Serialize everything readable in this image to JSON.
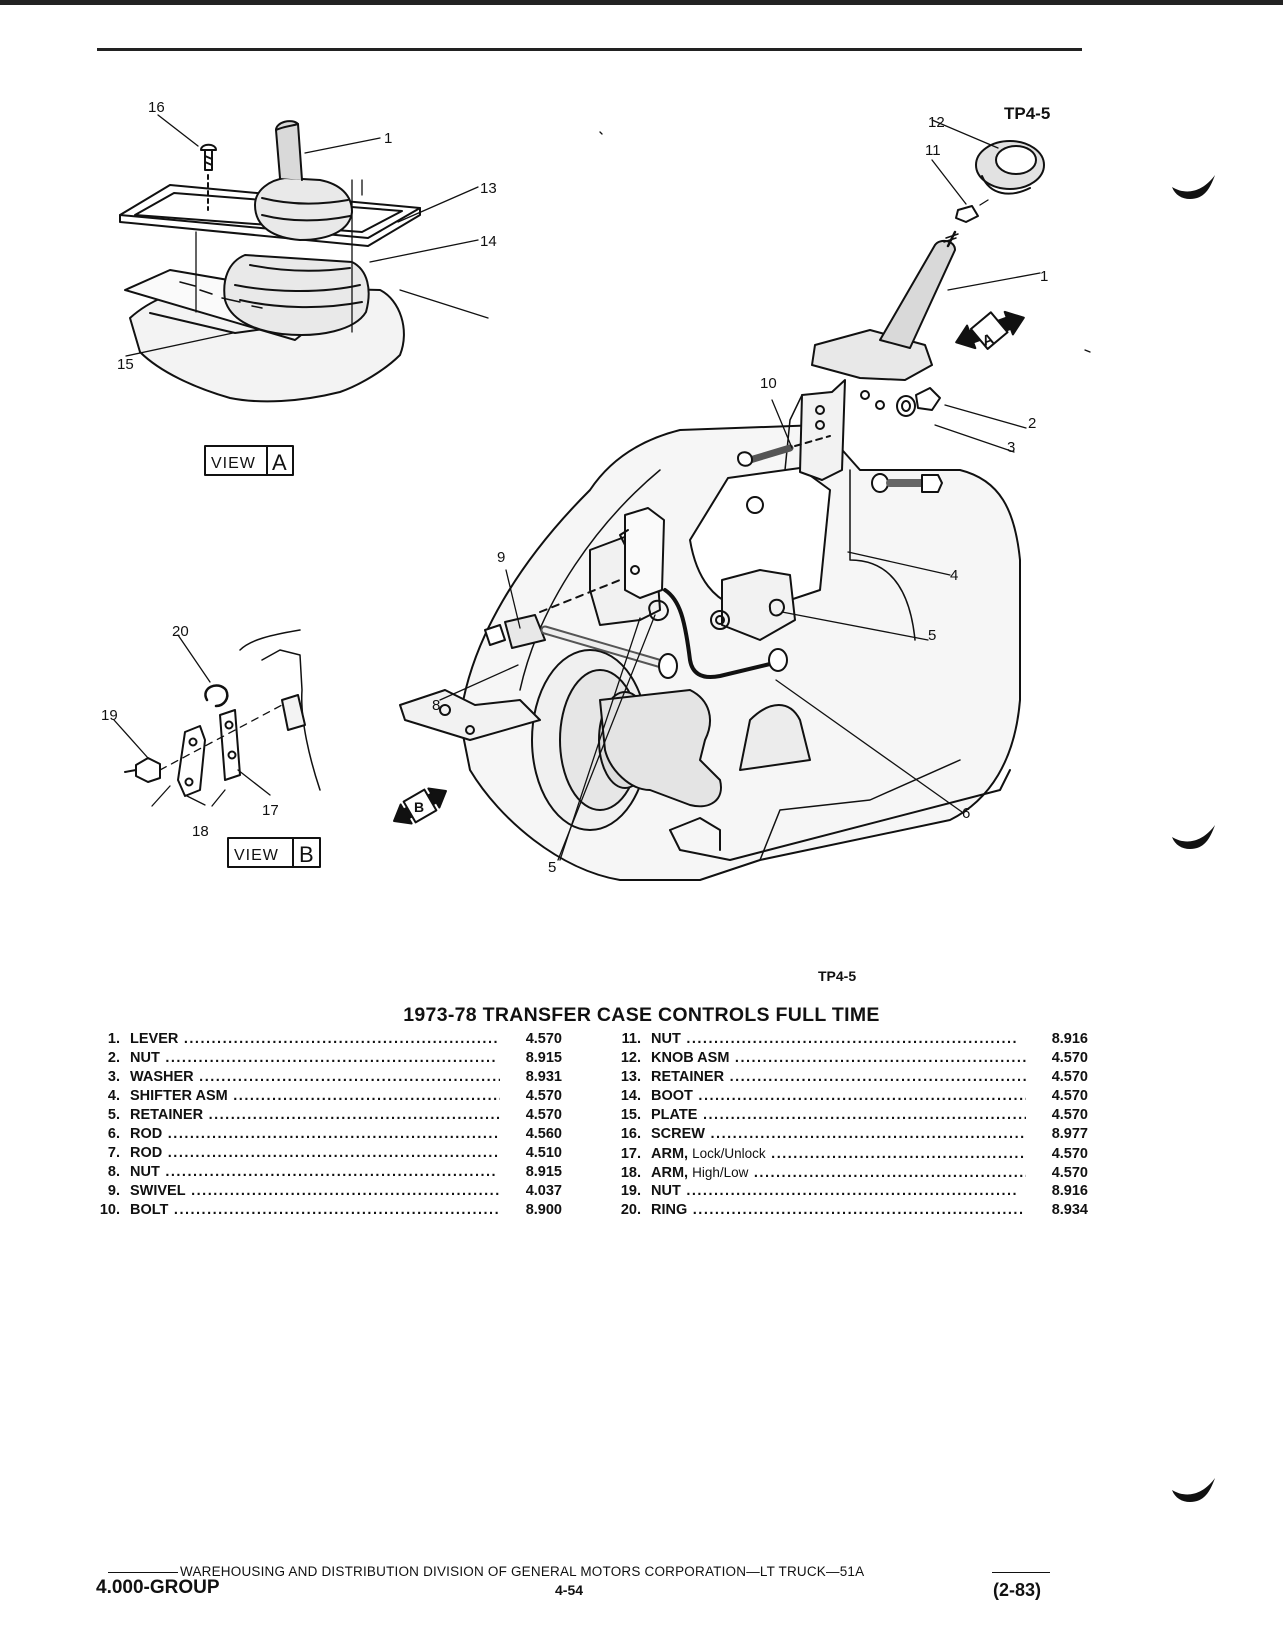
{
  "figure_id": "TP4-5",
  "figure_id_bottom": "TP4-5",
  "view_a": {
    "word": "VIEW",
    "letter": "A"
  },
  "view_b": {
    "word": "VIEW",
    "letter": "B"
  },
  "callouts": {
    "c1a": "1",
    "c13": "13",
    "c14": "14",
    "c15": "15",
    "c16": "16",
    "c12": "12",
    "c11": "11",
    "c1b": "1",
    "c2": "2",
    "c3": "3",
    "c10": "10",
    "c4": "4",
    "c9": "9",
    "c5a": "5",
    "c8": "8",
    "c6": "6",
    "c5b": "5",
    "c20": "20",
    "c19": "19",
    "c17": "17",
    "c18": "18",
    "arrow_a": "A",
    "arrow_b": "B"
  },
  "table_title": "1973-78 TRANSFER CASE CONTROLS FULL TIME",
  "parts_left": [
    {
      "num": "1.",
      "name": "LEVER",
      "sub": "",
      "code": "4.570"
    },
    {
      "num": "2.",
      "name": "NUT",
      "sub": "",
      "code": "8.915"
    },
    {
      "num": "3.",
      "name": "WASHER",
      "sub": "",
      "code": "8.931"
    },
    {
      "num": "4.",
      "name": "SHIFTER ASM",
      "sub": "",
      "code": "4.570"
    },
    {
      "num": "5.",
      "name": "RETAINER",
      "sub": "",
      "code": "4.570"
    },
    {
      "num": "6.",
      "name": "ROD",
      "sub": "",
      "code": "4.560"
    },
    {
      "num": "7.",
      "name": "ROD",
      "sub": "",
      "code": "4.510"
    },
    {
      "num": "8.",
      "name": "NUT",
      "sub": "",
      "code": "8.915"
    },
    {
      "num": "9.",
      "name": "SWIVEL",
      "sub": "",
      "code": "4.037"
    },
    {
      "num": "10.",
      "name": "BOLT",
      "sub": "",
      "code": "8.900"
    }
  ],
  "parts_right": [
    {
      "num": "11.",
      "name": "NUT",
      "sub": "",
      "code": "8.916"
    },
    {
      "num": "12.",
      "name": "KNOB ASM",
      "sub": "",
      "code": "4.570"
    },
    {
      "num": "13.",
      "name": "RETAINER",
      "sub": "",
      "code": "4.570"
    },
    {
      "num": "14.",
      "name": "BOOT",
      "sub": "",
      "code": "4.570"
    },
    {
      "num": "15.",
      "name": "PLATE",
      "sub": "",
      "code": "4.570"
    },
    {
      "num": "16.",
      "name": "SCREW",
      "sub": "",
      "code": "8.977"
    },
    {
      "num": "17.",
      "name": "ARM,",
      "sub": "Lock/Unlock",
      "code": "4.570"
    },
    {
      "num": "18.",
      "name": "ARM,",
      "sub": "High/Low",
      "code": "4.570"
    },
    {
      "num": "19.",
      "name": "NUT",
      "sub": "",
      "code": "8.916"
    },
    {
      "num": "20.",
      "name": "RING",
      "sub": "",
      "code": "8.934"
    }
  ],
  "footer": {
    "publisher_line": "WAREHOUSING AND DISTRIBUTION  DIVISION OF GENERAL MOTORS CORPORATION—LT TRUCK—51A",
    "group": "4.000-GROUP",
    "page": "4-54",
    "edition": "(2-83)"
  }
}
